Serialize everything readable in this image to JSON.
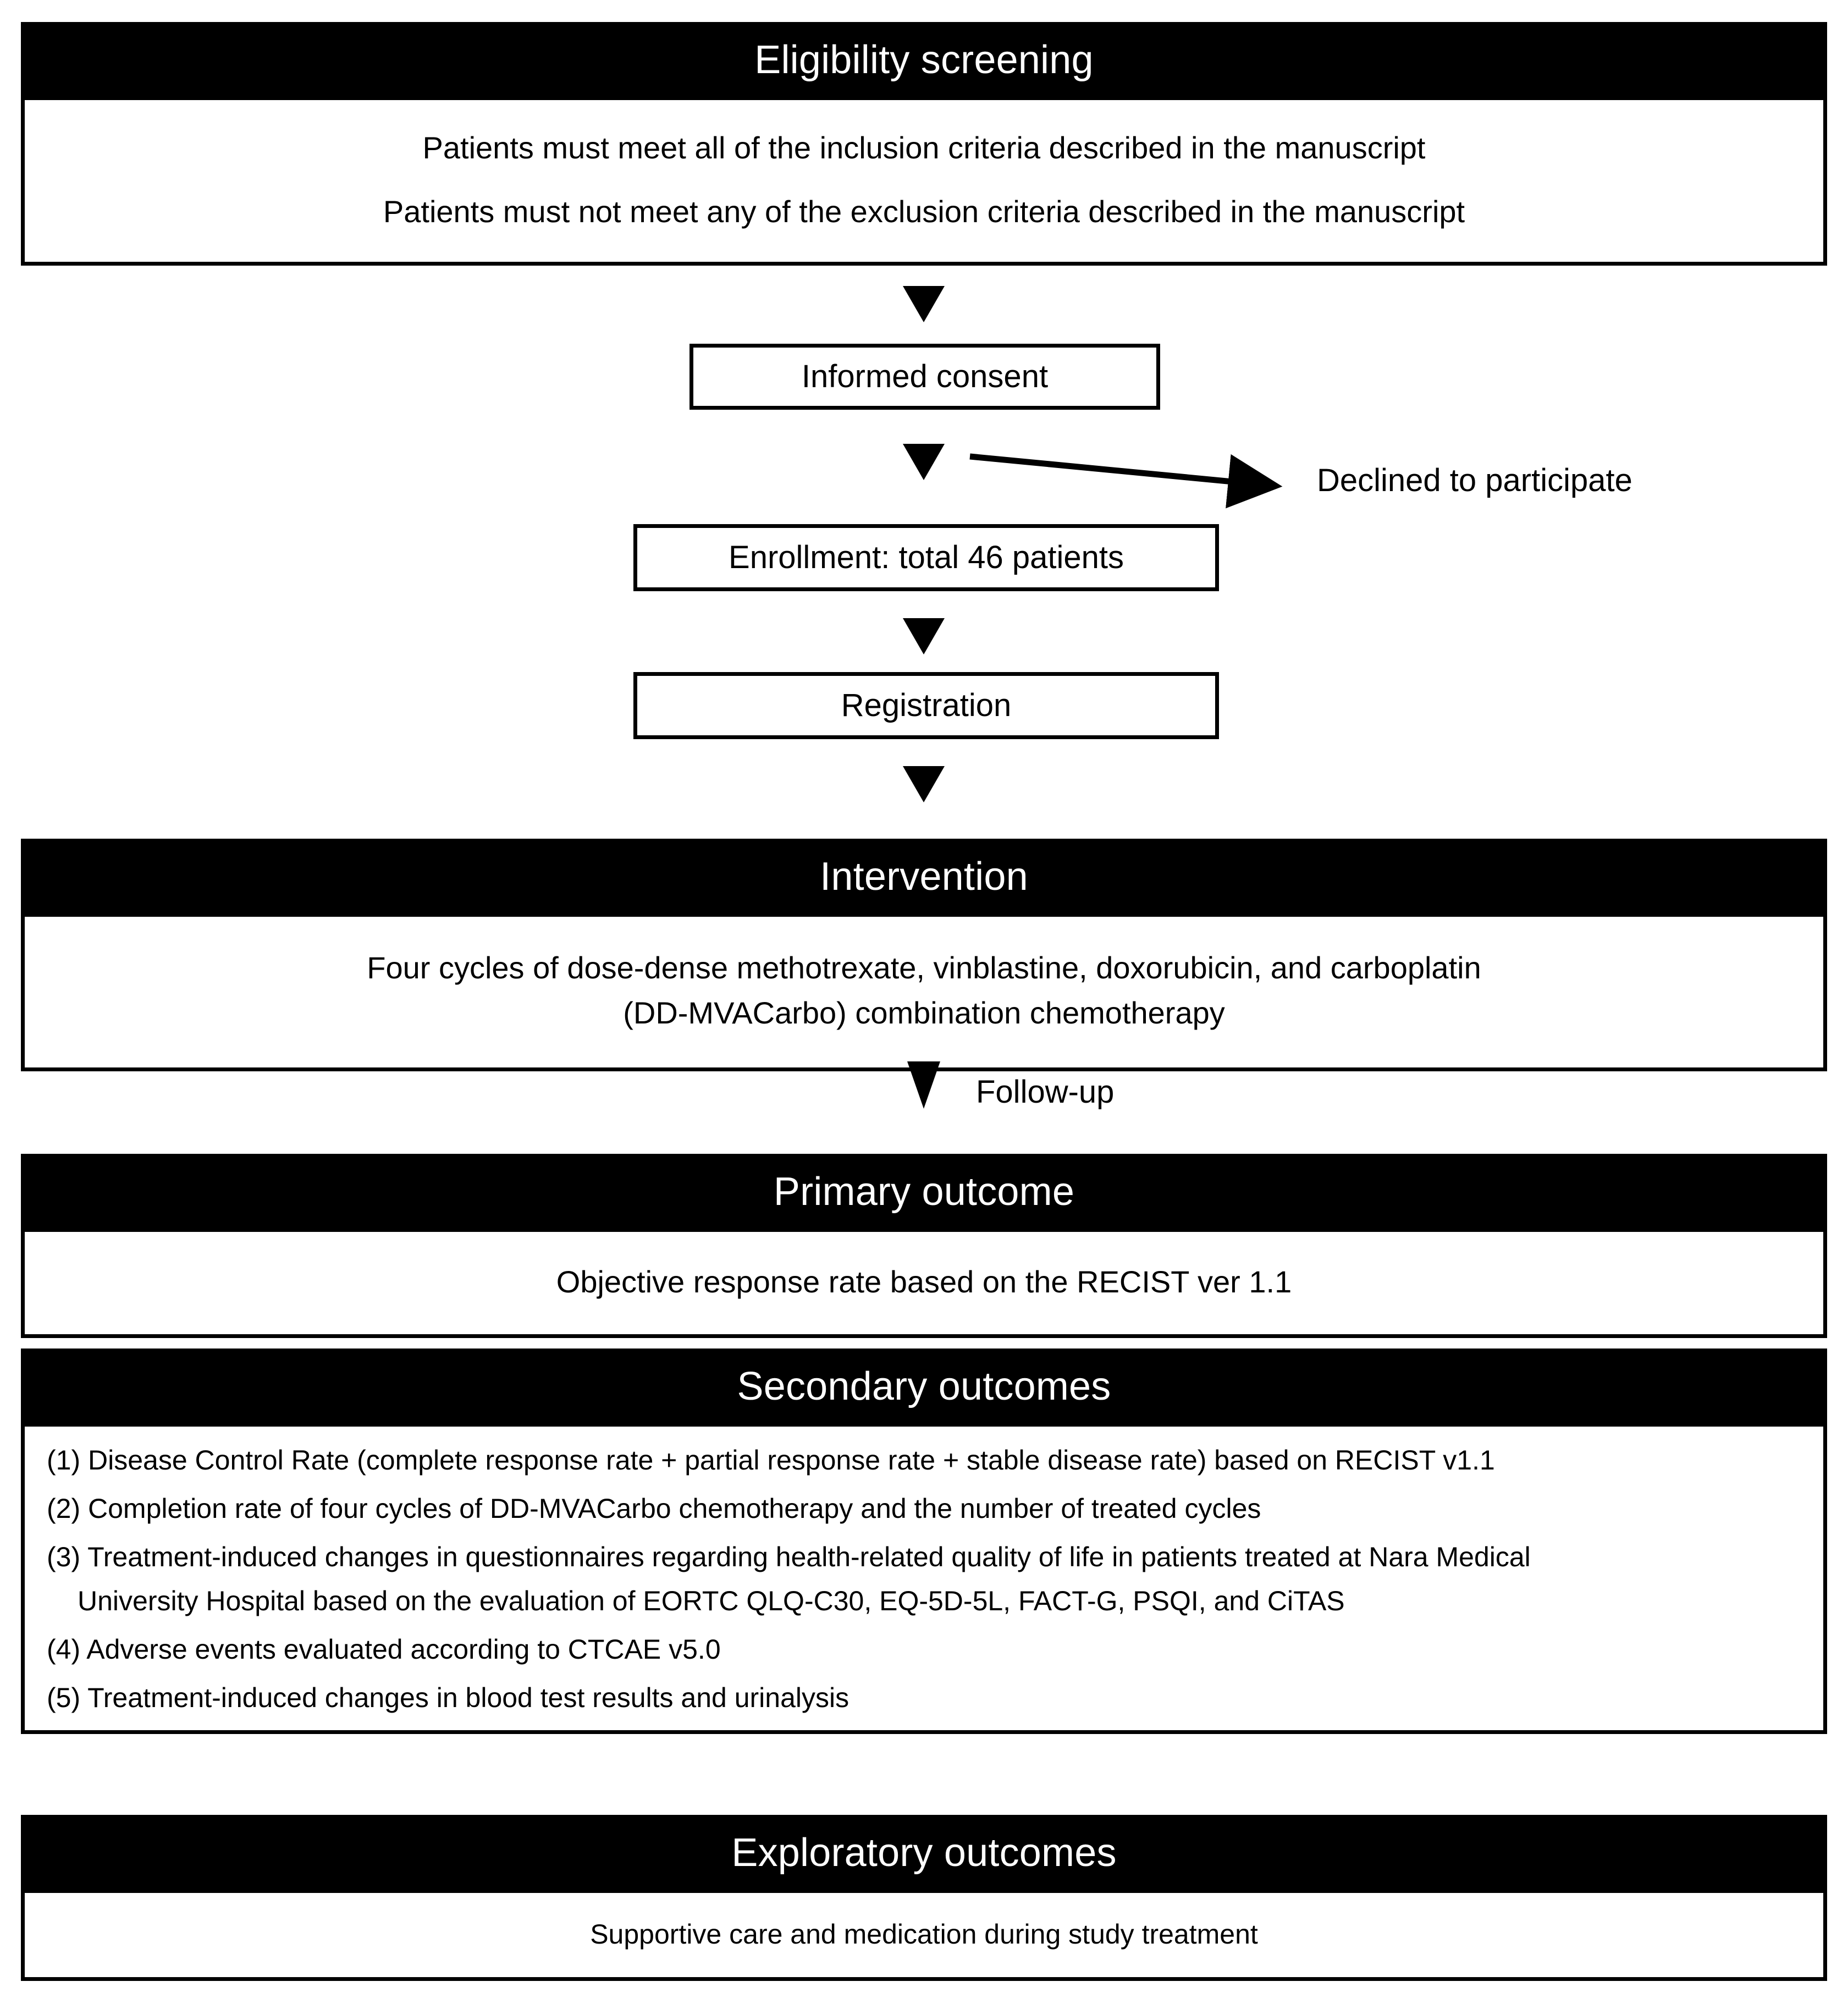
{
  "eligibility": {
    "header": "Eligibility screening",
    "lines": [
      "Patients must meet all of the inclusion criteria described in the manuscript",
      "Patients must not meet any of the exclusion criteria described in the manuscript"
    ]
  },
  "informed_consent": {
    "label": "Informed consent"
  },
  "declined": {
    "label": "Declined to participate"
  },
  "enrollment": {
    "label": "Enrollment:  total 46 patients",
    "count": 46
  },
  "registration": {
    "label": "Registration"
  },
  "intervention": {
    "header": "Intervention",
    "lines": [
      "Four cycles of dose-dense methotrexate, vinblastine, doxorubicin, and carboplatin",
      "(DD-MVACarbo) combination chemotherapy"
    ]
  },
  "follow_up": {
    "label": "Follow-up"
  },
  "primary_outcome": {
    "header": "Primary outcome",
    "line": "Objective response rate based on the RECIST ver 1.1"
  },
  "secondary_outcomes": {
    "header": "Secondary outcomes",
    "items": [
      {
        "text": "(1) Disease Control Rate (complete response rate + partial response rate + stable disease rate) based on RECIST v1.1",
        "continuation": ""
      },
      {
        "text": "(2) Completion rate of four cycles of DD-MVACarbo chemotherapy and the number of treated cycles",
        "continuation": ""
      },
      {
        "text": "(3) Treatment-induced changes in questionnaires regarding health-related quality of life in patients treated at Nara Medical",
        "continuation": "University Hospital based on the evaluation of EORTC QLQ-C30, EQ-5D-5L, FACT-G, PSQI, and CiTAS"
      },
      {
        "text": "(4) Adverse events evaluated according to CTCAE v5.0",
        "continuation": ""
      },
      {
        "text": "(5) Treatment-induced changes in blood test results and urinalysis",
        "continuation": ""
      }
    ]
  },
  "exploratory_outcomes": {
    "header": "Exploratory outcomes",
    "line": "Supportive care and medication during study treatment"
  },
  "colors": {
    "header_background": "#000000",
    "header_text": "#ffffff",
    "body_background": "#ffffff",
    "body_text": "#000000",
    "border": "#000000"
  }
}
